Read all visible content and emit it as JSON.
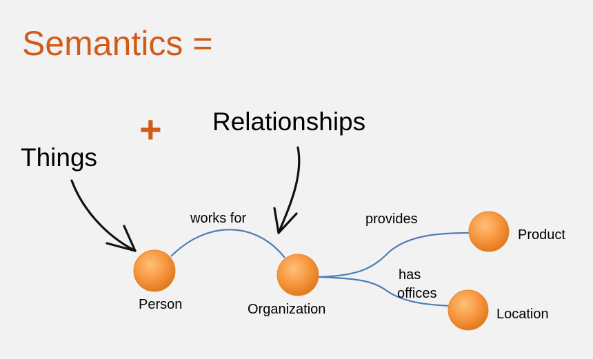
{
  "slide": {
    "title": "Semantics  =",
    "plus_sign": "+",
    "things_label": "Things",
    "relationships_label": "Relationships"
  },
  "nodes": [
    {
      "id": "person",
      "label": "Person"
    },
    {
      "id": "organization",
      "label": "Organization"
    },
    {
      "id": "product",
      "label": "Product"
    },
    {
      "id": "location",
      "label": "Location"
    }
  ],
  "edges": [
    {
      "from": "person",
      "to": "organization",
      "label": "works for"
    },
    {
      "from": "organization",
      "to": "product",
      "label": "provides"
    },
    {
      "from": "organization",
      "to": "location",
      "label_line1": "has",
      "label_line2": "offices"
    }
  ],
  "colors": {
    "accent": "#d15c1a",
    "node_fill": "#f7953d",
    "edge": "#4f7cb5",
    "background": "#f2f2f2"
  }
}
